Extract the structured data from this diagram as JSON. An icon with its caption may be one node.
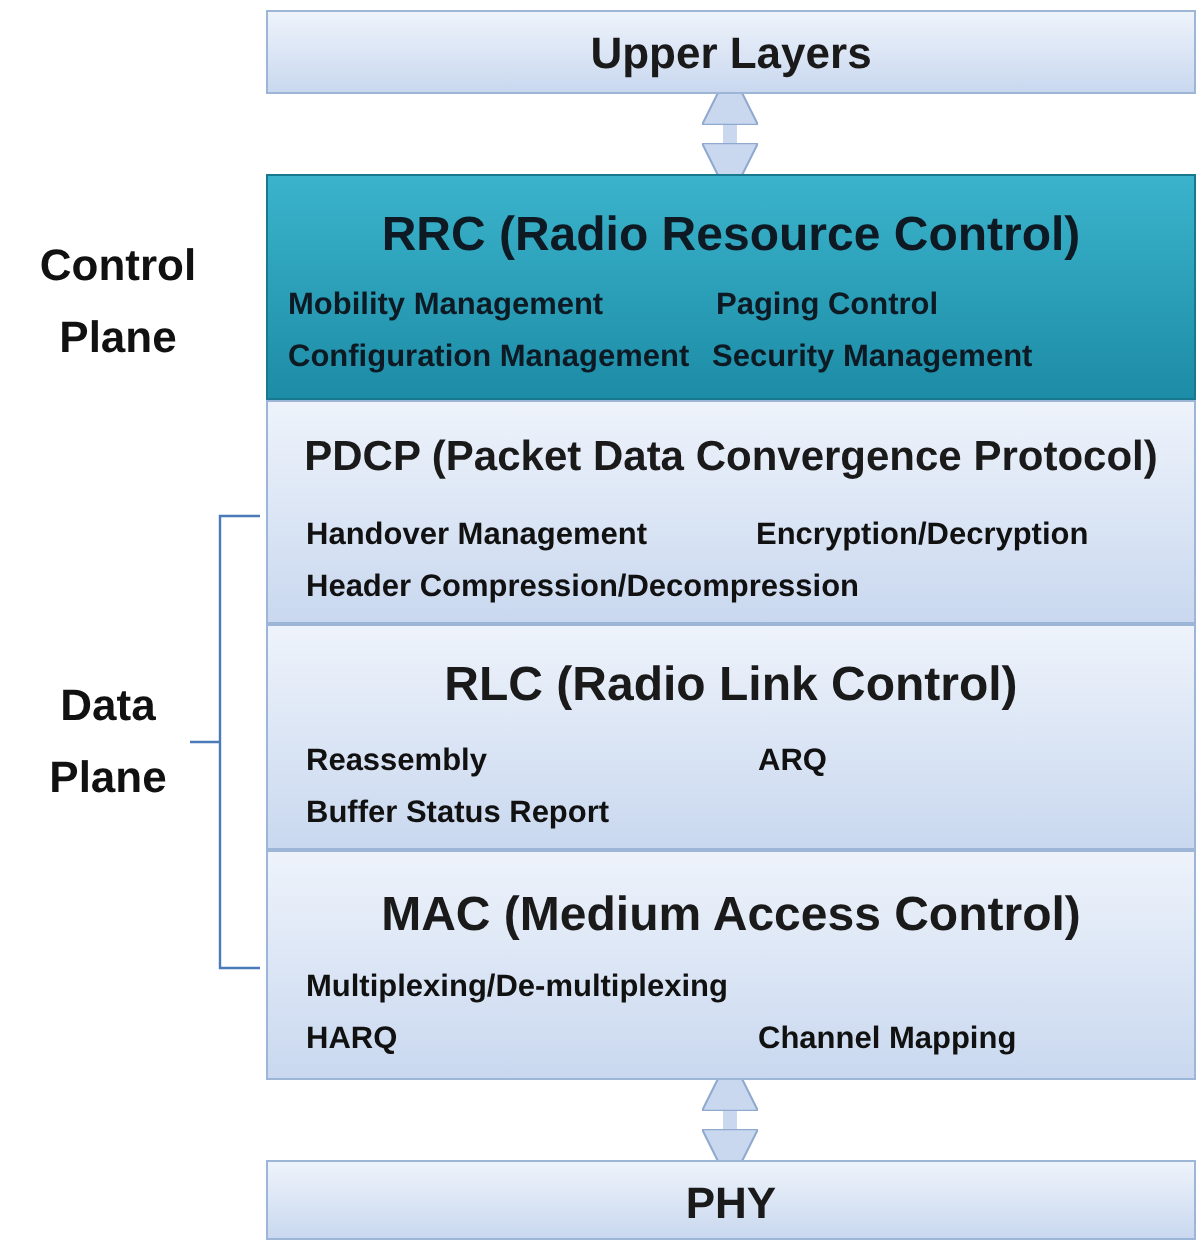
{
  "diagram": {
    "nodes": [
      {
        "text": [
          "Upper Layers"
        ]
      },
      {
        "text": [
          "RRC (Radio Resource Control)",
          "Mobility Management",
          "Paging Control",
          "Configuration Management",
          "Security Management"
        ],
        "beside": [
          "Control Plane"
        ]
      },
      {
        "text": [
          "PDCP (Packet Data Convergence Protocol)",
          "Handover Management",
          "Encryption/Decryption",
          "Header Compression/Decompression"
        ]
      },
      {
        "text": [
          "RLC (Radio Link Control)",
          "Reassembly",
          "ARQ",
          "Buffer Status Report"
        ]
      },
      {
        "text": [
          "MAC (Medium Access Control)",
          "Multiplexing/De-multiplexing",
          "HARQ",
          "Channel Mapping"
        ]
      },
      {
        "text": [
          "PHY"
        ]
      }
    ],
    "edges": [
      {
        "from": 0,
        "to": 1,
        "arrow": "both"
      },
      {
        "from": 4,
        "to": 5,
        "arrow": "both"
      }
    ],
    "labels": [
      "Data Plane"
    ]
  }
}
